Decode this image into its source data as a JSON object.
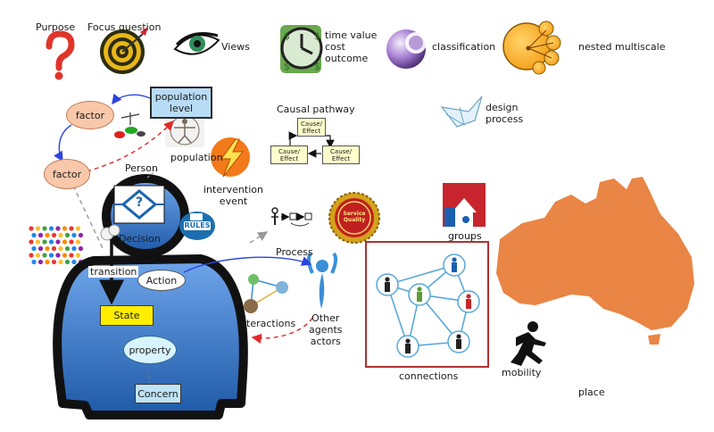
{
  "labels": {
    "purpose": "Purpose",
    "focus_question": "Focus question",
    "views": "Views",
    "time_value": "time value\ncost\noutcome",
    "classification": "classification",
    "nested_multiscale": "nested multiscale",
    "design_process": "design\nprocess",
    "causal_pathway": "Causal pathway",
    "population": "population",
    "person": "Person",
    "intervention_event": "intervention\nevent",
    "process": "Process",
    "groups": "groups",
    "decision": "Decision",
    "transition": "transition",
    "interactions": "interactions",
    "other_agents": "Other\nagents\nactors",
    "connections": "connections",
    "mobility": "mobility",
    "place": "place"
  },
  "nodes": {
    "factor_top": "factor",
    "factor_bottom": "factor",
    "population_level": "population\nlevel",
    "action": "Action",
    "state": "State",
    "property": "property",
    "concern": "Concern"
  },
  "cause_effect": {
    "top": "Cause/\nEffect",
    "left": "Cause/\nEffect",
    "right": "Cause/\nEffect"
  },
  "icons": {
    "rules_badge": "RULES",
    "service_quality": "Service\nQuality",
    "decision_mark": "?"
  },
  "colors": {
    "person_blue": "#3e7fd3",
    "australia_orange": "#e98545",
    "arrow_blue": "#2c44e0",
    "arrow_red": "#e02b2b",
    "connections_border": "#b03030"
  }
}
